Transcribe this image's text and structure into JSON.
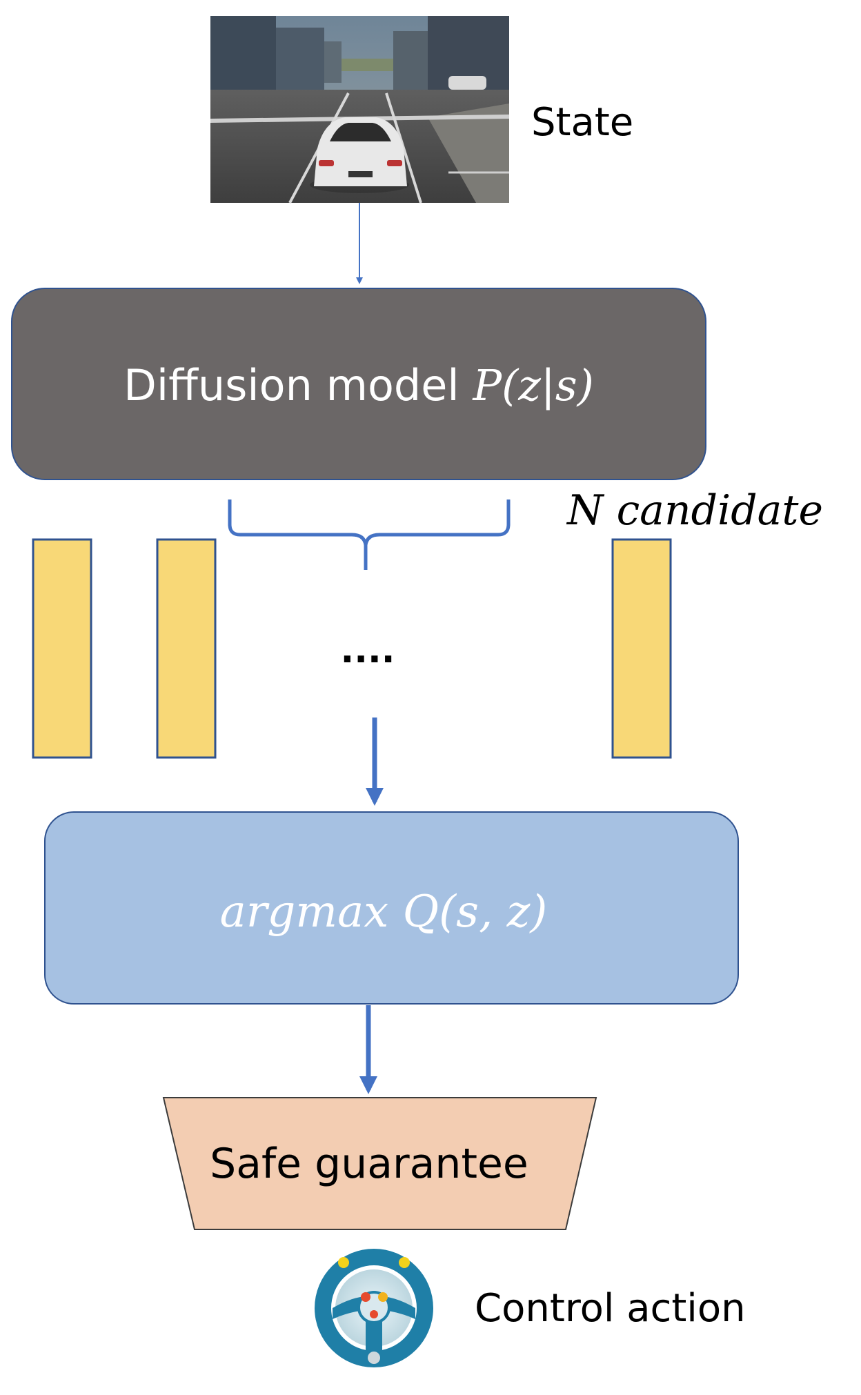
{
  "nodes": {
    "state_label": "State",
    "diffusion_text": "Diffusion model ",
    "diffusion_math": "P(z|s)",
    "n_candidate_label": "N candidate",
    "ellipsis": "....",
    "argmax_label": "argmax Q(s, z)",
    "safe_label": "Safe guarantee",
    "control_label": "Control action"
  },
  "colors": {
    "diffusion_fill": "#6b6767",
    "argmax_fill": "#a6c1e2",
    "candidate_fill": "#f8d877",
    "safe_fill": "#f3cdb2",
    "arrow": "#4472c4",
    "outline": "#2f528f"
  },
  "icons": {
    "state_image": "driving-scene-image",
    "steering_wheel": "steering-wheel-icon"
  }
}
